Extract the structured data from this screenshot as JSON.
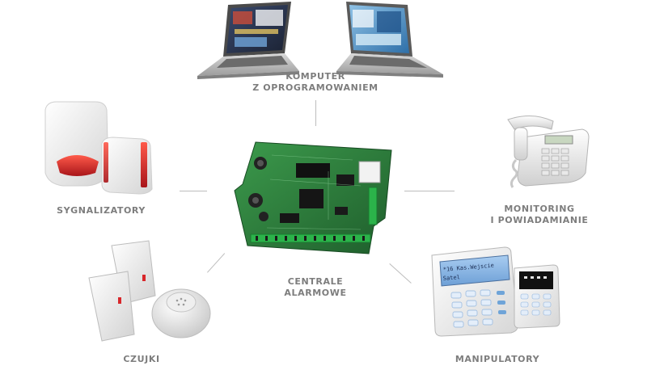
{
  "nodes": {
    "komputer": {
      "line1": "KOMPUTER",
      "line2": "Z OPROGRAMOWANIEM"
    },
    "sygnalizatory": {
      "line1": "SYGNALIZATORY"
    },
    "monitoring": {
      "line1": "MONITORING",
      "line2": "I POWIADAMIANIE"
    },
    "centrale": {
      "line1": "CENTRALE",
      "line2": "ALARMOWE"
    },
    "czujki": {
      "line1": "CZUJKI"
    },
    "manipulatory": {
      "line1": "MANIPULATORY"
    }
  },
  "lcd": {
    "line1": "*16 Kas.Wejscie",
    "line2": "Satel"
  },
  "colors": {
    "label": "#7d7d7d",
    "connector": "#bdbdbd",
    "pcb": "#2f7a3c",
    "siren_red": "#d8262a",
    "lcd_blue": "#8ab8e8"
  }
}
